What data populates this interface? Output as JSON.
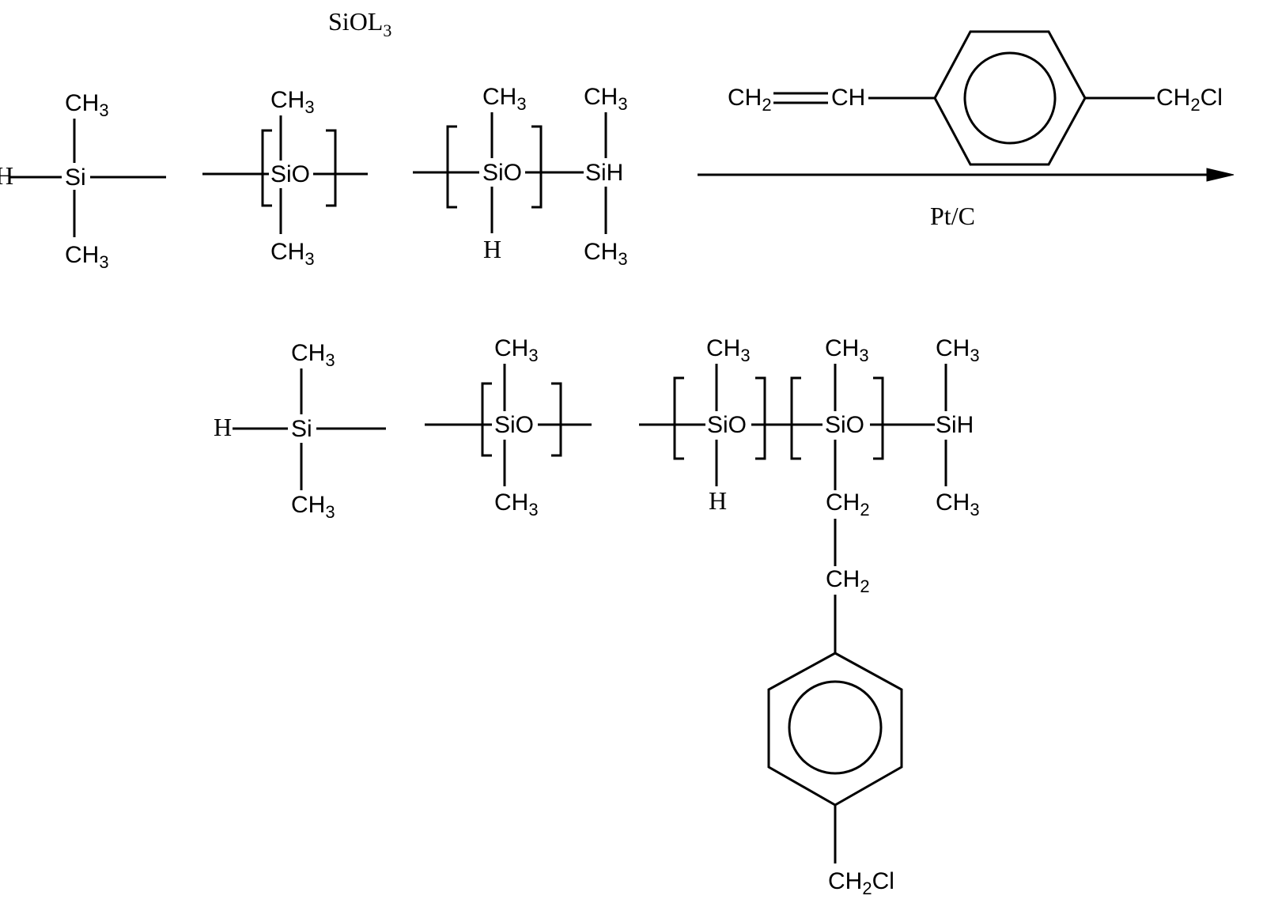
{
  "header_label": {
    "main": "SiOL",
    "sub": "3"
  },
  "labels": {
    "H": "H",
    "Si": "Si",
    "SiO": "SiO",
    "SiH": "SiH",
    "CH": "CH",
    "C": "C",
    "H_in_group": "H",
    "Cl": "Cl",
    "n2": "2",
    "n3": "3"
  },
  "reagent": {
    "catalyst": "Pt/C"
  },
  "colors": {
    "ink": "#000000",
    "background": "#ffffff"
  }
}
